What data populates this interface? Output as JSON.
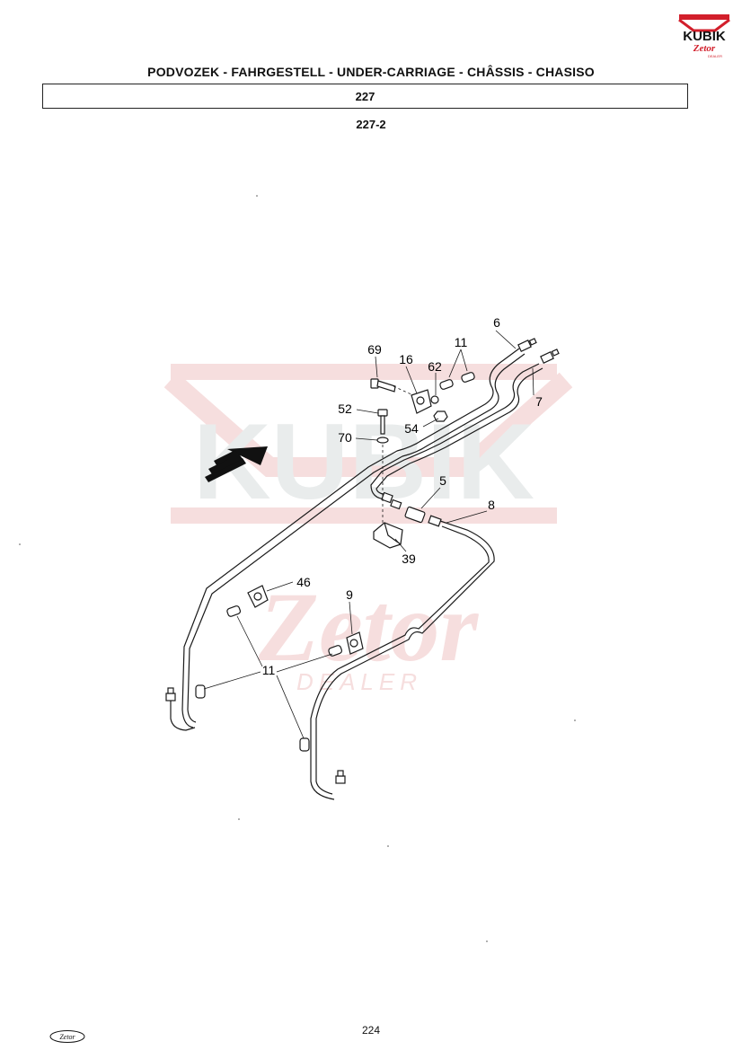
{
  "header": {
    "title": "PODVOZEK - FAHRGESTELL - UNDER-CARRIAGE - CHÂSSIS - CHASISO",
    "group_number": "227",
    "figure_number": "227-2"
  },
  "logo": {
    "brand": "KUBIK",
    "maker": "Zetor",
    "tag": "DEALER"
  },
  "watermark": {
    "brand": "KUBIK",
    "maker": "Zetor",
    "tag": "DEALER"
  },
  "footer": {
    "page_number": "224",
    "stamp": "Zetor"
  },
  "callouts": {
    "c6": "6",
    "c7": "7",
    "c69": "69",
    "c16": "16",
    "c62": "62",
    "c11a": "11",
    "c52": "52",
    "c54": "54",
    "c70": "70",
    "c5": "5",
    "c8": "8",
    "c39": "39",
    "c46": "46",
    "c9": "9",
    "c11b": "11"
  },
  "colors": {
    "watermark": "#f6dede",
    "watermark_gray": "#e9ecec",
    "logo_red": "#d21f2b",
    "line": "#1a1a1a"
  }
}
